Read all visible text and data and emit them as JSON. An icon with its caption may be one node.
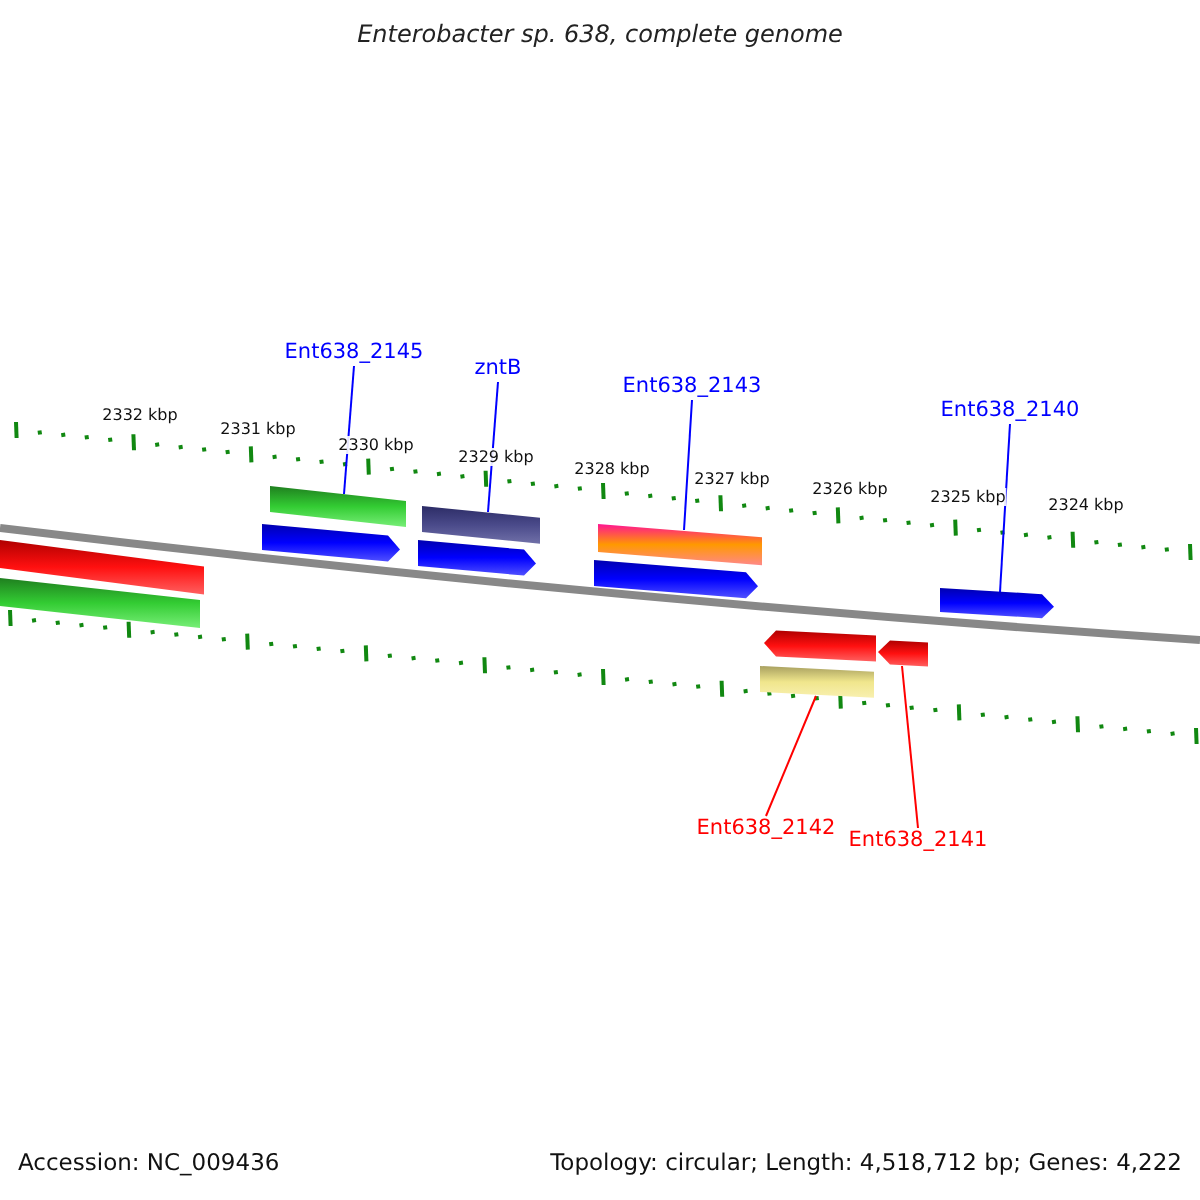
{
  "diagram": {
    "title": "Enterobacter sp. 638, complete genome",
    "nodes": [
      {
        "text": [
          "Ent638_2145"
        ]
      },
      {
        "text": [],
        "shape": "bar"
      },
      {
        "text": [
          "zntB"
        ]
      },
      {
        "text": [],
        "shape": "bar"
      },
      {
        "text": [
          "Ent638_2143"
        ]
      },
      {
        "text": [],
        "shape": "bar"
      },
      {
        "text": [
          "Ent638_2140"
        ]
      },
      {
        "text": [],
        "shape": "arrow"
      },
      {
        "text": [],
        "shape": "bar"
      },
      {
        "text": [],
        "shape": "arrow"
      },
      {
        "text": [
          "Ent638_2142"
        ]
      },
      {
        "text": [
          "Ent638_2141"
        ]
      }
    ],
    "edges": [
      {
        "from": 0,
        "to": 1,
        "arrow": "none"
      },
      {
        "from": 2,
        "to": 3,
        "arrow": "none"
      },
      {
        "from": 4,
        "to": 5,
        "arrow": "none"
      },
      {
        "from": 6,
        "to": 7,
        "arrow": "none"
      },
      {
        "from": 10,
        "to": 8,
        "arrow": "none",
        "color": "#ff0000"
      },
      {
        "from": 11,
        "to": 9,
        "arrow": "none",
        "color": "#ff0000"
      }
    ],
    "labels": [
      "2332 kbp",
      "2331 kbp",
      "2330 kbp",
      "2329 kbp",
      "2328 kbp",
      "2327 kbp",
      "2326 kbp",
      "2325 kbp",
      "2324 kbp",
      "Accession: NC_009436",
      "Topology: circular; Length: 4,518,712 bp; Genes: 4,222"
    ]
  }
}
